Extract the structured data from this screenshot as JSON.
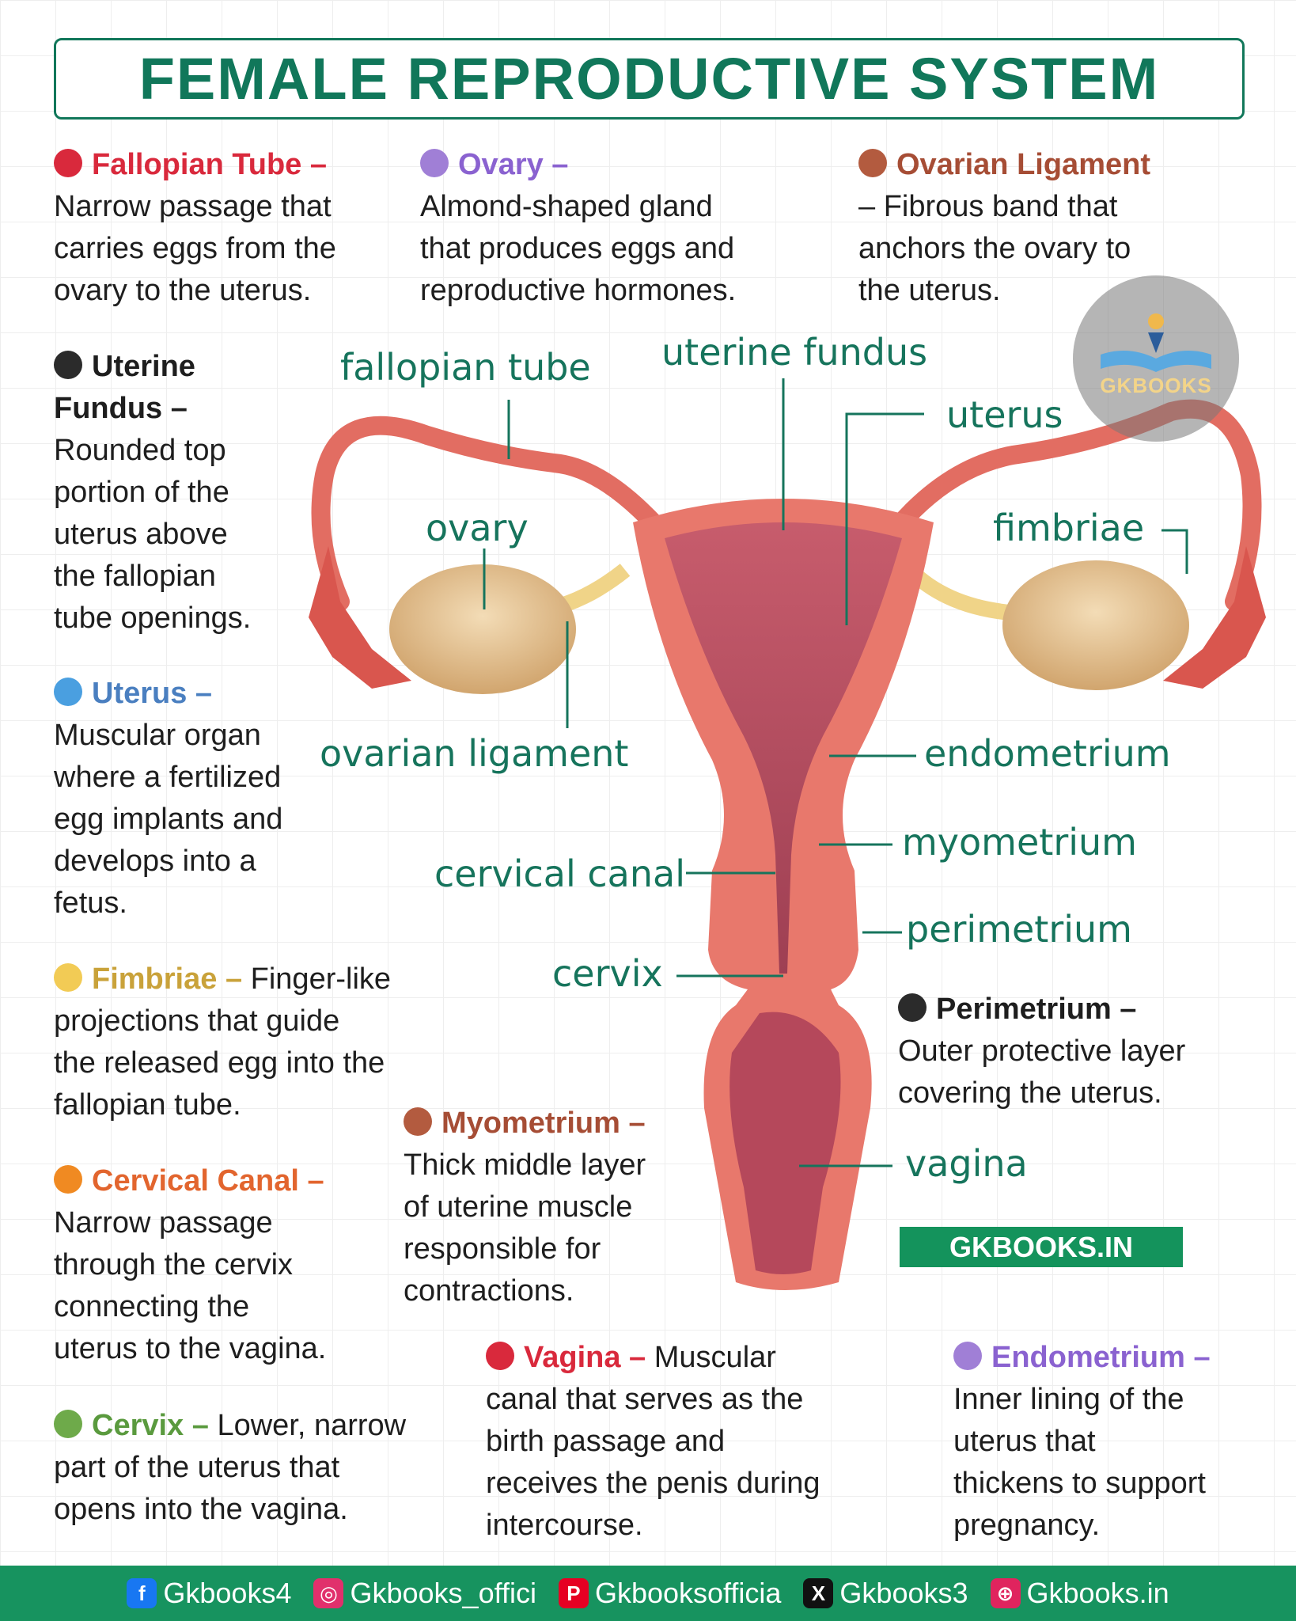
{
  "title": "FEMALE REPRODUCTIVE SYSTEM",
  "definitions": {
    "fallopian_tube": {
      "term": "Fallopian Tube –",
      "color": "#d9293c",
      "text": [
        "Narrow passage that",
        "carries eggs from the",
        "ovary to the uterus."
      ]
    },
    "ovary": {
      "term": "Ovary –",
      "color": "#a07fd6",
      "text": [
        "Almond-shaped gland",
        "that produces eggs and",
        "reproductive hormones."
      ]
    },
    "ovarian_ligament": {
      "term": "Ovarian Ligament",
      "color": "#b35b3f",
      "text": [
        "– Fibrous band that",
        "anchors the ovary to",
        "the uterus."
      ]
    },
    "uterine_fundus": {
      "term_lines": [
        "Uterine",
        "Fundus –"
      ],
      "color": "#2b2b2b",
      "text": [
        "Rounded top",
        "portion of the",
        "uterus above",
        "the fallopian",
        "tube openings."
      ]
    },
    "uterus": {
      "term": "Uterus –",
      "color": "#4a9fe0",
      "text": [
        "Muscular organ",
        "where a fertilized",
        "egg implants and",
        "develops into a",
        "fetus."
      ]
    },
    "fimbriae": {
      "term": "Fimbriae –",
      "color": "#e8b640",
      "text_first": "Finger-like",
      "text": [
        "projections that guide",
        "the released egg into the",
        "fallopian tube."
      ]
    },
    "cervical_canal": {
      "term": "Cervical Canal –",
      "color": "#e87822",
      "text": [
        "Narrow passage",
        "through the cervix",
        "connecting the",
        "uterus to the vagina."
      ]
    },
    "cervix": {
      "term": "Cervix –",
      "color": "#6eaa4a",
      "text_first": "Lower, narrow",
      "text": [
        "part of the uterus that",
        "opens into the vagina."
      ]
    },
    "myometrium": {
      "term": "Myometrium –",
      "color": "#b35b3f",
      "text": [
        "Thick middle layer",
        "of uterine muscle",
        "responsible for",
        "contractions."
      ]
    },
    "vagina": {
      "term": "Vagina –",
      "color": "#d9293c",
      "text_first": "Muscular",
      "text": [
        "canal that serves as the",
        "birth passage and",
        "receives the penis during",
        "intercourse."
      ]
    },
    "endometrium": {
      "term": "Endometrium –",
      "color": "#a07fd6",
      "text": [
        "Inner lining of the",
        "uterus that",
        "thickens to support",
        "pregnancy."
      ]
    },
    "perimetrium": {
      "term": "Perimetrium –",
      "color": "#2b2b2b",
      "text": [
        "Outer protective layer",
        "covering the uterus."
      ]
    }
  },
  "labels": {
    "fallopian_tube": "fallopian tube",
    "uterine_fundus": "uterine fundus",
    "uterus": "uterus",
    "ovary": "ovary",
    "fimbriae": "fimbriae",
    "ovarian_ligament": "ovarian ligament",
    "endometrium": "endometrium",
    "myometrium": "myometrium",
    "cervical_canal": "cervical canal",
    "perimetrium": "perimetrium",
    "cervix": "cervix",
    "vagina": "vagina"
  },
  "logo_text": "GKBOOKS",
  "website": "GKBOOKS.IN",
  "footer": [
    {
      "icon": "facebook-icon",
      "color": "#1877f2",
      "text": "Gkbooks4"
    },
    {
      "icon": "instagram-icon",
      "color": "#e1306c",
      "text": "Gkbooks_offici"
    },
    {
      "icon": "pinterest-icon",
      "color": "#e60023",
      "text": "Gkbooksofficia"
    },
    {
      "icon": "x-icon",
      "color": "#111111",
      "text": "Gkbooks3"
    },
    {
      "icon": "globe-icon",
      "color": "#e0245e",
      "text": "Gkbooks.in"
    }
  ],
  "colors": {
    "accent": "#11775a",
    "label": "#16745c",
    "organ": "#e8786c",
    "inner": "#b24f60",
    "ovary": "#e9c89c"
  }
}
